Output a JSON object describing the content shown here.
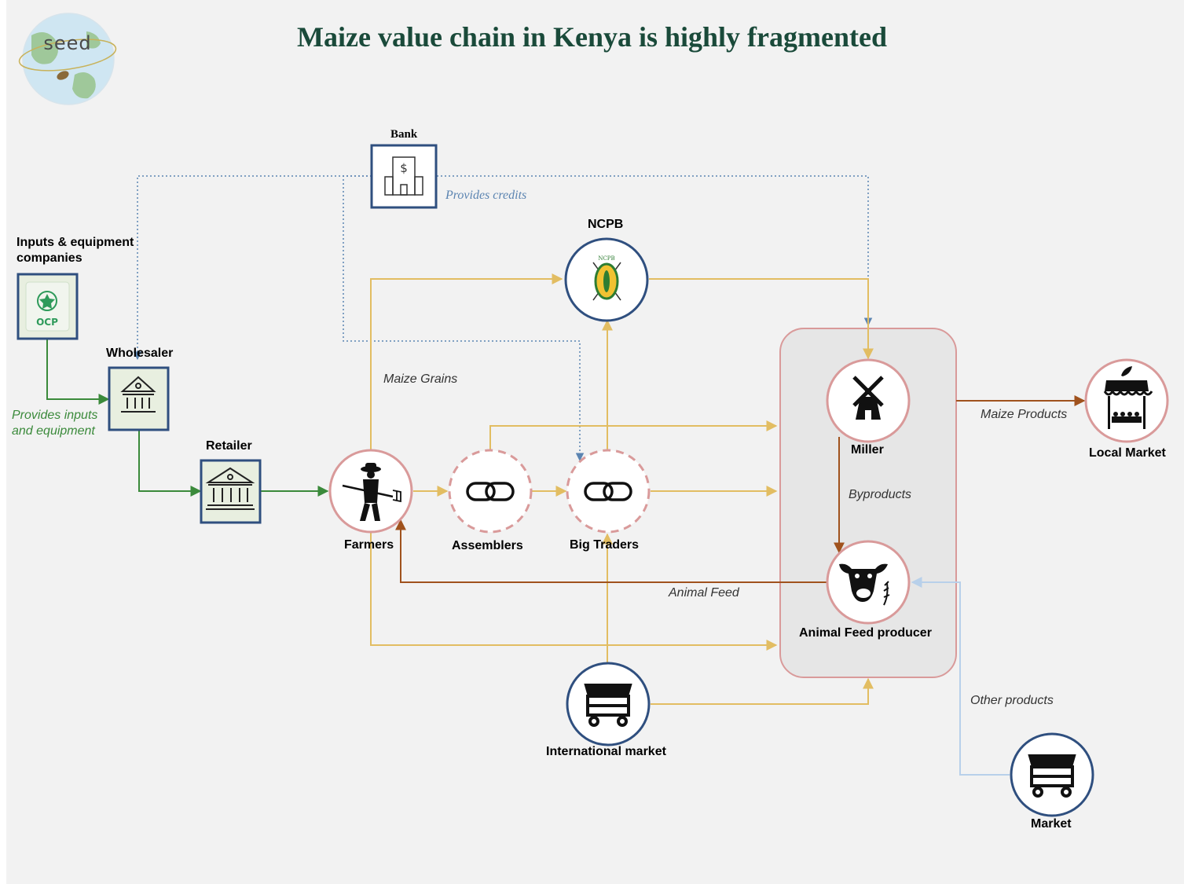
{
  "title": "Maize value chain in Kenya is highly fragmented",
  "logo": {
    "text": "seed",
    "icon": "globe-seed-logo"
  },
  "nodes": {
    "bank": {
      "label": "Bank",
      "icon": "bank-building-icon"
    },
    "inputs": {
      "label_line1": "Inputs & equipment",
      "label_line2": "companies",
      "icon": "ocp-logo",
      "logo_text": "OCP"
    },
    "wholesaler": {
      "label": "Wholesaler",
      "icon": "institution-icon"
    },
    "retailer": {
      "label": "Retailer",
      "icon": "institution-icon"
    },
    "ncpb": {
      "label": "NCPB",
      "icon": "ncpb-shield-logo",
      "logo_text": "NCPB"
    },
    "farmers": {
      "label": "Farmers",
      "icon": "farmer-icon"
    },
    "assemblers": {
      "label": "Assemblers",
      "icon": "chain-link-icon"
    },
    "big_traders": {
      "label": "Big Traders",
      "icon": "chain-link-icon"
    },
    "miller": {
      "label": "Miller",
      "icon": "windmill-icon"
    },
    "animal_feed": {
      "label": "Animal Feed producer",
      "icon": "cow-icon"
    },
    "local_market": {
      "label": "Local Market",
      "icon": "market-stall-icon"
    },
    "international_market": {
      "label": "International market",
      "icon": "market-cart-icon"
    },
    "market": {
      "label": "Market",
      "icon": "market-cart-icon"
    }
  },
  "edge_labels": {
    "provides_credits": "Provides credits",
    "provides_inputs_line1": "Provides inputs",
    "provides_inputs_line2": "and equipment",
    "maize_grains": "Maize Grains",
    "maize_products": "Maize Products",
    "byproducts": "Byproducts",
    "animal_feed": "Animal Feed",
    "other_products": "Other products"
  },
  "colors": {
    "title": "#1a4a3a",
    "node_border_blue": "#2f4f7f",
    "node_border_pink": "#d99a9a",
    "flow_yellow": "#e2bd62",
    "flow_green": "#3b8a3b",
    "flow_brown": "#a0521d",
    "flow_credit_blue": "#5b84b1",
    "flow_light_blue": "#b8d0ea",
    "processor_box": "#e6e6e6"
  }
}
